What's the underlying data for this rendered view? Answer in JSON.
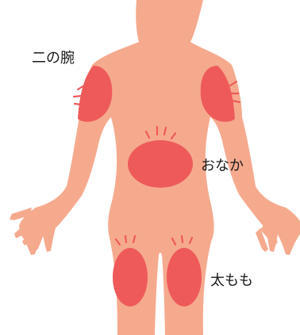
{
  "labels": {
    "upper_arm": "二の腕",
    "abdomen": "おなか",
    "thigh": "太もも"
  },
  "colors": {
    "skin": "#F5AA8E",
    "spot": "#EE5A5A",
    "ray": "#EE5A5A",
    "text": "#1a1a1a",
    "background": "#ffffff"
  }
}
